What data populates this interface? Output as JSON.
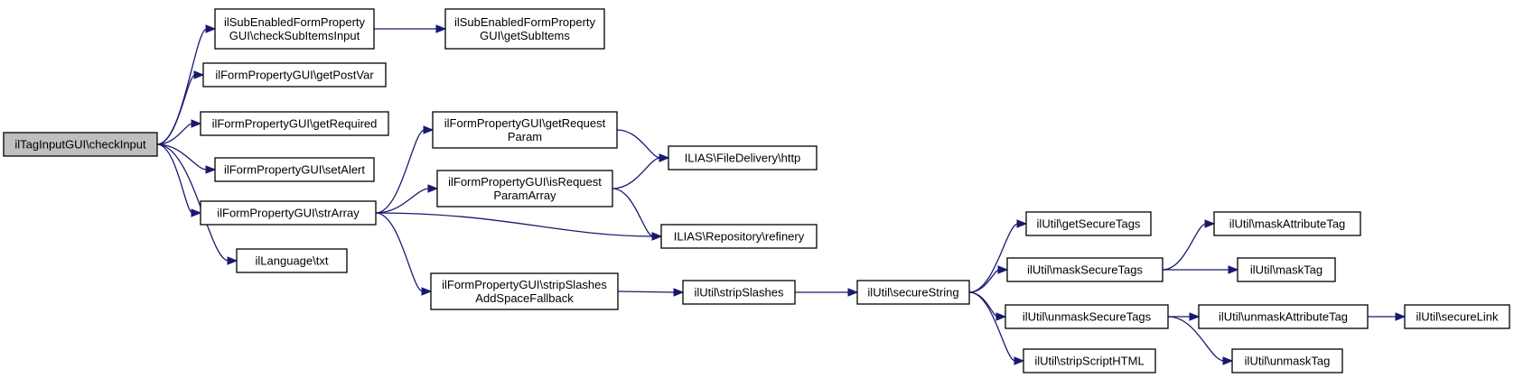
{
  "nodes": [
    {
      "id": "root",
      "lines": [
        "ilTagInputGUI\\checkInput"
      ],
      "root": true
    },
    {
      "id": "checkSubItemsInput",
      "lines": [
        "ilSubEnabledFormProperty",
        "GUI\\checkSubItemsInput"
      ]
    },
    {
      "id": "getSubItems",
      "lines": [
        "ilSubEnabledFormProperty",
        "GUI\\getSubItems"
      ]
    },
    {
      "id": "getPostVar",
      "lines": [
        "ilFormPropertyGUI\\getPostVar"
      ]
    },
    {
      "id": "getRequired",
      "lines": [
        "ilFormPropertyGUI\\getRequired"
      ]
    },
    {
      "id": "setAlert",
      "lines": [
        "ilFormPropertyGUI\\setAlert"
      ]
    },
    {
      "id": "strArray",
      "lines": [
        "ilFormPropertyGUI\\strArray"
      ]
    },
    {
      "id": "txt",
      "lines": [
        "ilLanguage\\txt"
      ]
    },
    {
      "id": "getRequestParam",
      "lines": [
        "ilFormPropertyGUI\\getRequest",
        "Param"
      ]
    },
    {
      "id": "isRequestParamArray",
      "lines": [
        "ilFormPropertyGUI\\isRequest",
        "ParamArray"
      ]
    },
    {
      "id": "stripSlashesAddSpaceFallback",
      "lines": [
        "ilFormPropertyGUI\\stripSlashes",
        "AddSpaceFallback"
      ]
    },
    {
      "id": "http",
      "lines": [
        "ILIAS\\FileDelivery\\http"
      ]
    },
    {
      "id": "refinery",
      "lines": [
        "ILIAS\\Repository\\refinery"
      ]
    },
    {
      "id": "stripSlashes",
      "lines": [
        "ilUtil\\stripSlashes"
      ]
    },
    {
      "id": "secureString",
      "lines": [
        "ilUtil\\secureString"
      ]
    },
    {
      "id": "getSecureTags",
      "lines": [
        "ilUtil\\getSecureTags"
      ]
    },
    {
      "id": "maskSecureTags",
      "lines": [
        "ilUtil\\maskSecureTags"
      ]
    },
    {
      "id": "unmaskSecureTags",
      "lines": [
        "ilUtil\\unmaskSecureTags"
      ]
    },
    {
      "id": "stripScriptHTML",
      "lines": [
        "ilUtil\\stripScriptHTML"
      ]
    },
    {
      "id": "maskAttributeTag",
      "lines": [
        "ilUtil\\maskAttributeTag"
      ]
    },
    {
      "id": "maskTag",
      "lines": [
        "ilUtil\\maskTag"
      ]
    },
    {
      "id": "unmaskAttributeTag",
      "lines": [
        "ilUtil\\unmaskAttributeTag"
      ]
    },
    {
      "id": "unmaskTag",
      "lines": [
        "ilUtil\\unmaskTag"
      ]
    },
    {
      "id": "secureLink",
      "lines": [
        "ilUtil\\secureLink"
      ]
    }
  ],
  "edges": [
    [
      "root",
      "checkSubItemsInput"
    ],
    [
      "root",
      "getPostVar"
    ],
    [
      "root",
      "getRequired"
    ],
    [
      "root",
      "setAlert"
    ],
    [
      "root",
      "strArray"
    ],
    [
      "root",
      "txt"
    ],
    [
      "checkSubItemsInput",
      "getSubItems"
    ],
    [
      "strArray",
      "getRequestParam"
    ],
    [
      "strArray",
      "isRequestParamArray"
    ],
    [
      "strArray",
      "refinery"
    ],
    [
      "strArray",
      "stripSlashesAddSpaceFallback"
    ],
    [
      "getRequestParam",
      "http"
    ],
    [
      "isRequestParamArray",
      "http"
    ],
    [
      "isRequestParamArray",
      "refinery"
    ],
    [
      "stripSlashesAddSpaceFallback",
      "stripSlashes"
    ],
    [
      "stripSlashes",
      "secureString"
    ],
    [
      "secureString",
      "getSecureTags"
    ],
    [
      "secureString",
      "maskSecureTags"
    ],
    [
      "secureString",
      "unmaskSecureTags"
    ],
    [
      "secureString",
      "stripScriptHTML"
    ],
    [
      "maskSecureTags",
      "maskAttributeTag"
    ],
    [
      "maskSecureTags",
      "maskTag"
    ],
    [
      "unmaskSecureTags",
      "unmaskAttributeTag"
    ],
    [
      "unmaskSecureTags",
      "unmaskTag"
    ],
    [
      "unmaskAttributeTag",
      "secureLink"
    ]
  ]
}
